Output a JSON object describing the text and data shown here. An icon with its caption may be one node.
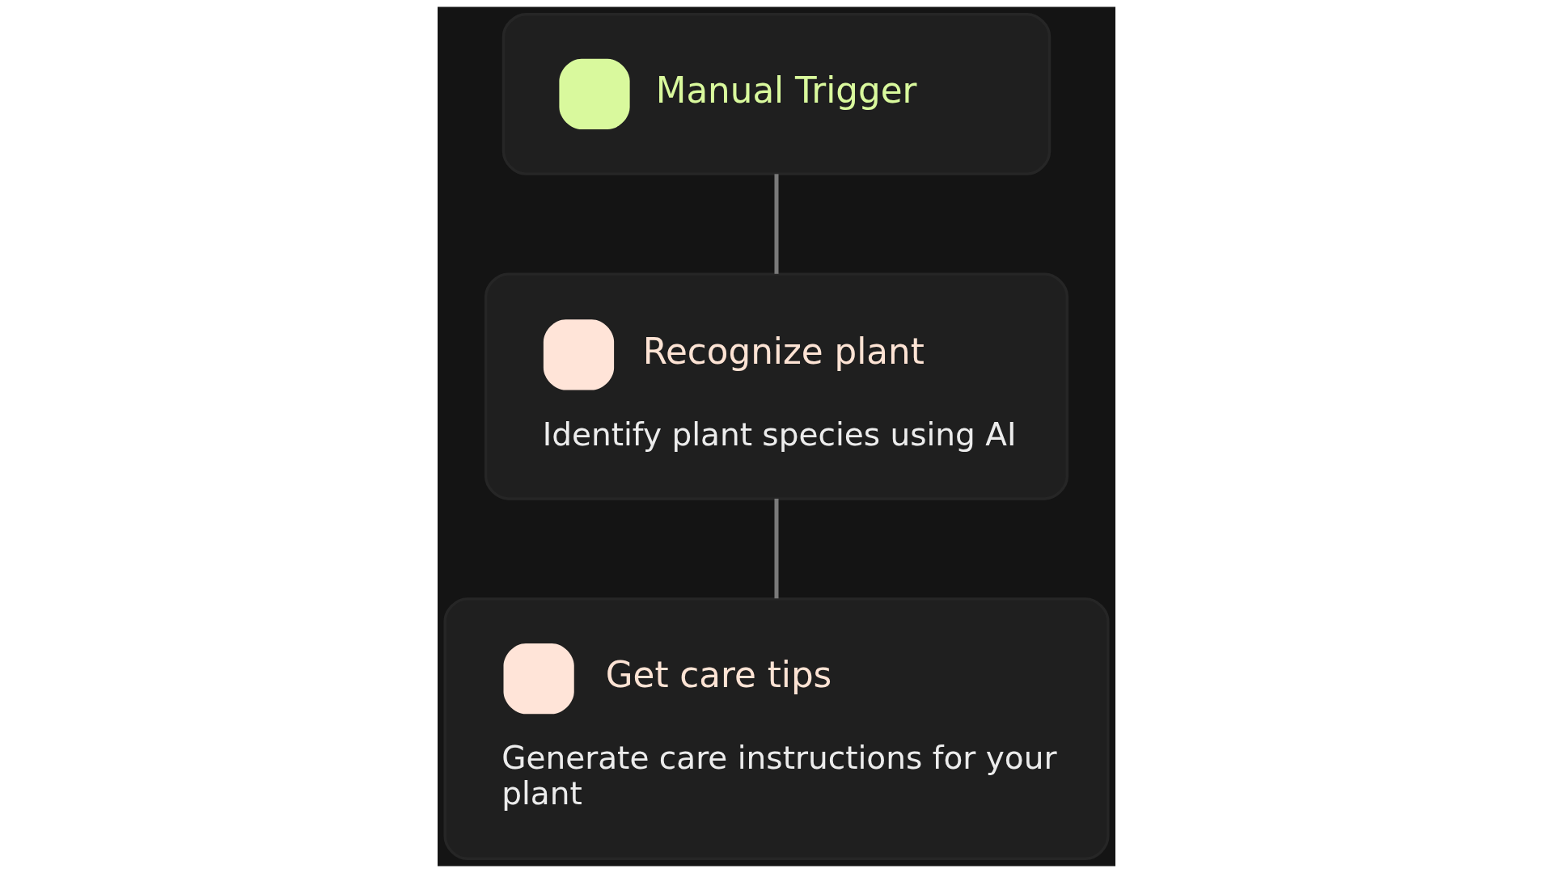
{
  "diagram": {
    "nodes": [
      {
        "text": [
          "Manual Trigger"
        ]
      },
      {
        "text": [
          "Recognize plant",
          "Identify plant species using AI"
        ]
      },
      {
        "text": [
          "Get care tips",
          "Generate care instructions for your plant"
        ]
      }
    ],
    "edges": [
      {
        "from": 0,
        "to": 1,
        "arrow": "none"
      },
      {
        "from": 1,
        "to": 2,
        "arrow": "none"
      }
    ]
  }
}
